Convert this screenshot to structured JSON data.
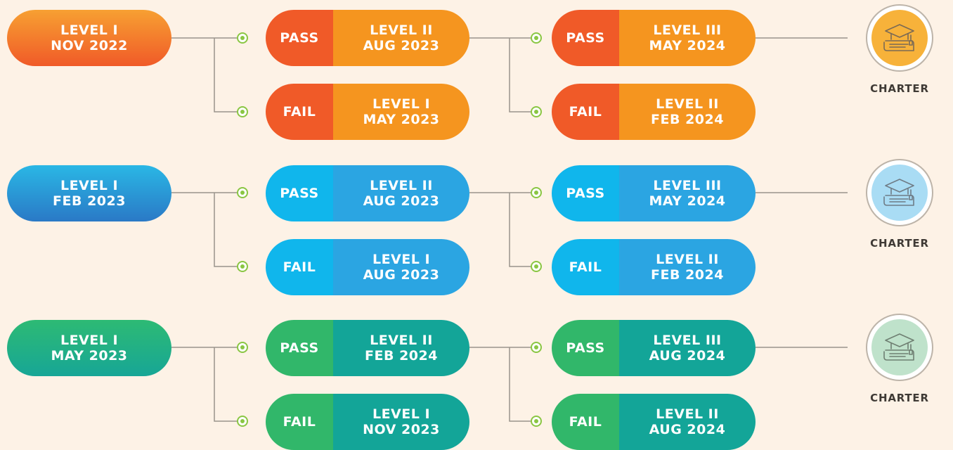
{
  "groups": [
    {
      "start": {
        "line1": "LEVEL I",
        "line2": "NOV 2022"
      },
      "stage2": {
        "pass": {
          "tag": "PASS",
          "line1": "LEVEL II",
          "line2": "AUG 2023"
        },
        "fail": {
          "tag": "FAIL",
          "line1": "LEVEL I",
          "line2": "MAY 2023"
        }
      },
      "stage3": {
        "pass": {
          "tag": "PASS",
          "line1": "LEVEL III",
          "line2": "MAY 2024"
        },
        "fail": {
          "tag": "FAIL",
          "line1": "LEVEL II",
          "line2": "FEB 2024"
        }
      },
      "outcome": {
        "label": "CHARTER",
        "icon": "graduation-cap-diploma-icon"
      }
    },
    {
      "start": {
        "line1": "LEVEL I",
        "line2": "FEB 2023"
      },
      "stage2": {
        "pass": {
          "tag": "PASS",
          "line1": "LEVEL II",
          "line2": "AUG 2023"
        },
        "fail": {
          "tag": "FAIL",
          "line1": "LEVEL I",
          "line2": "AUG 2023"
        }
      },
      "stage3": {
        "pass": {
          "tag": "PASS",
          "line1": "LEVEL III",
          "line2": "MAY 2024"
        },
        "fail": {
          "tag": "FAIL",
          "line1": "LEVEL II",
          "line2": "FEB 2024"
        }
      },
      "outcome": {
        "label": "CHARTER",
        "icon": "graduation-cap-diploma-icon"
      }
    },
    {
      "start": {
        "line1": "LEVEL I",
        "line2": "MAY 2023"
      },
      "stage2": {
        "pass": {
          "tag": "PASS",
          "line1": "LEVEL II",
          "line2": "FEB 2024"
        },
        "fail": {
          "tag": "FAIL",
          "line1": "LEVEL I",
          "line2": "NOV 2023"
        }
      },
      "stage3": {
        "pass": {
          "tag": "PASS",
          "line1": "LEVEL III",
          "line2": "AUG 2024"
        },
        "fail": {
          "tag": "FAIL",
          "line1": "LEVEL II",
          "line2": "AUG 2024"
        }
      },
      "outcome": {
        "label": "CHARTER",
        "icon": "graduation-cap-diploma-icon"
      }
    }
  ],
  "colors": {
    "background": "#fdf2e6",
    "orange": "#f05a28",
    "orange_light": "#f5951f",
    "blue": "#10b6ec",
    "blue_dark": "#2ba5e2",
    "green": "#31b76a",
    "teal": "#13a598",
    "connector": "#9a938b",
    "node_dot": "#8ac643"
  }
}
